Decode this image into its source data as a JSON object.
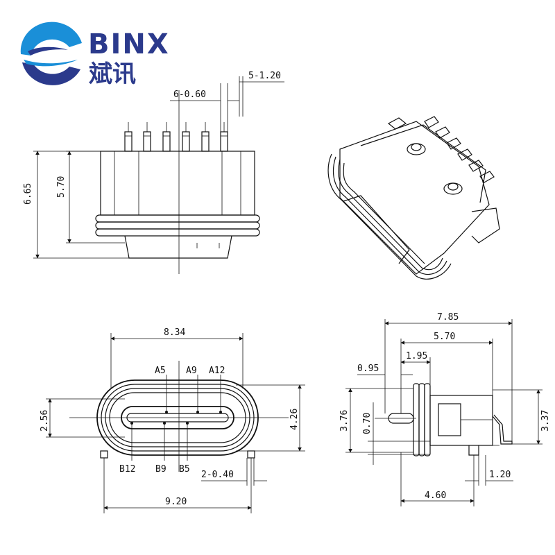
{
  "brand": {
    "name_en": "BINX",
    "name_cn": "斌讯"
  },
  "colors": {
    "logo_blue": "#2b3a8c",
    "logo_cyan": "#1a8fd8",
    "line": "#111111"
  },
  "top_view": {
    "pitch_upper": "5-1.20",
    "pitch_lower": "6-0.60",
    "height_total": "6.65",
    "height_body": "5.70"
  },
  "front_view": {
    "width_top": "8.34",
    "width_bottom": "9.20",
    "height_left": "2.56",
    "height_right": "4.26",
    "pin_pitch": "2-0.40",
    "pins_top": [
      "A5",
      "A9",
      "A12"
    ],
    "pins_bottom": [
      "B12",
      "B9",
      "B5"
    ]
  },
  "side_view": {
    "total_length": "7.85",
    "body_length": "5.70",
    "len_195": "1.95",
    "len_095": "0.95",
    "height_left": "3.76",
    "height_070": "0.70",
    "height_right": "3.37",
    "len_460": "4.60",
    "len_120": "1.20"
  }
}
